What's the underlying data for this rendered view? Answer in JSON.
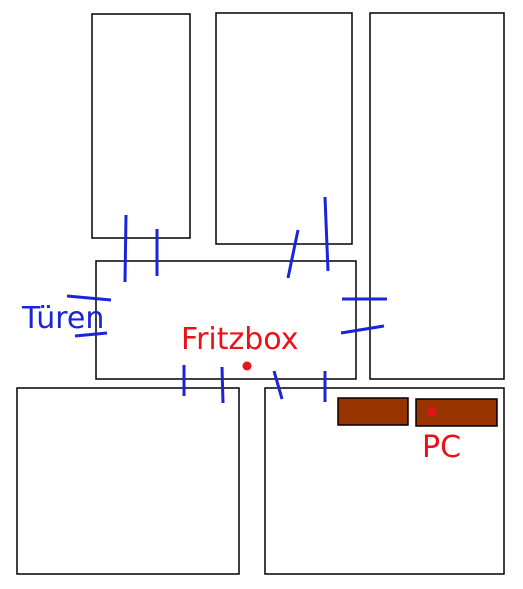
{
  "labels": {
    "doors_label": "Türen",
    "router_label": "Fritzbox",
    "pc_label": "PC"
  },
  "colors": {
    "door": "#1a24d9",
    "marker": "#e8121b",
    "desk": "#993300",
    "wall": "#000000"
  }
}
